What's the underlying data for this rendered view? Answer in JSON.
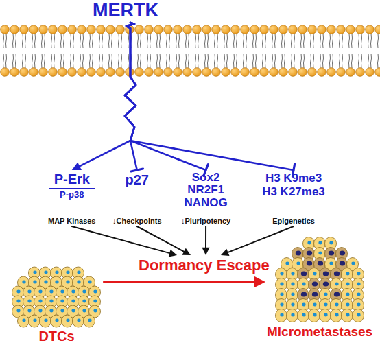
{
  "diagram": {
    "nodes": [
      {
        "text": [
          "MERTK"
        ]
      },
      {
        "text": [
          "P-Erk",
          "P-p38",
          "MAP Kinases"
        ]
      },
      {
        "text": [
          "p27",
          "↓Checkpoints"
        ]
      },
      {
        "text": [
          "Sox2 NR2F1 NANOG",
          "↓Pluripotency"
        ]
      },
      {
        "text": [
          "H3 K9me3 H3 K27me3",
          "Epigenetics"
        ]
      },
      {
        "text": [
          "Dormancy Escape"
        ]
      },
      {
        "text": [
          "DTCs"
        ]
      },
      {
        "text": [
          "Micrometastases"
        ]
      }
    ],
    "edges": [
      {
        "from": 0,
        "to": 1,
        "arrow": "to"
      },
      {
        "from": 0,
        "to": 2,
        "arrow": "to"
      },
      {
        "from": 0,
        "to": 3,
        "arrow": "to"
      },
      {
        "from": 0,
        "to": 4,
        "arrow": "to"
      },
      {
        "from": 1,
        "to": 5,
        "arrow": "to"
      },
      {
        "from": 2,
        "to": 5,
        "arrow": "to"
      },
      {
        "from": 3,
        "to": 5,
        "arrow": "to"
      },
      {
        "from": 4,
        "to": 5,
        "arrow": "to"
      },
      {
        "from": 6,
        "to": 7,
        "arrow": "to"
      }
    ]
  }
}
